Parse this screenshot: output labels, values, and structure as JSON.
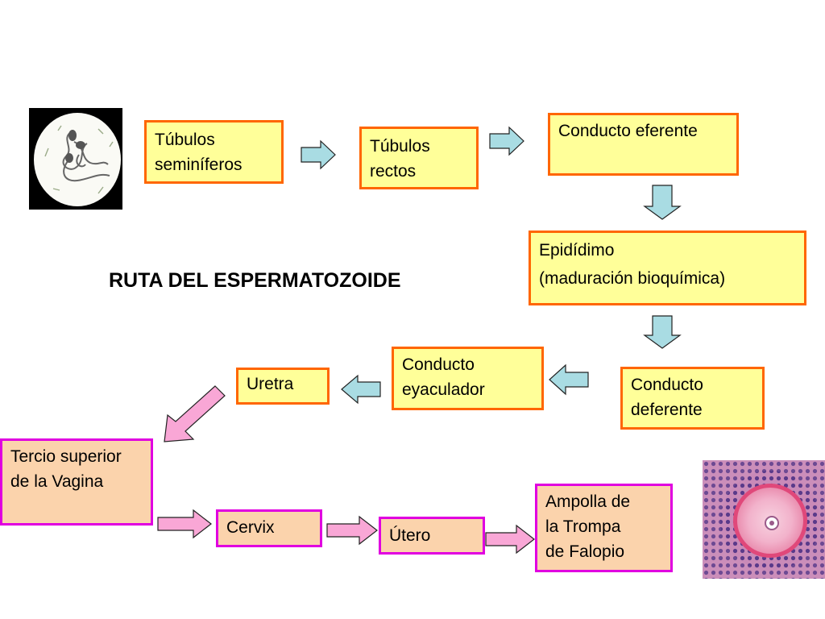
{
  "title": "RUTA DEL ESPERMATOZOIDE",
  "colors": {
    "yellow_box_fill": "#ffff99",
    "yellow_box_border": "#ff6600",
    "female_box_fill": "#fbd3ac",
    "female_box_border": "#e000e0",
    "male_arrow_fill": "#a9dce3",
    "female_arrow_fill": "#f9a7d6"
  },
  "male_path": [
    {
      "line1": "Túbulos",
      "line2": "seminíferos"
    },
    {
      "line1": "Túbulos",
      "line2": "rectos"
    },
    {
      "line1": "Conducto eferente"
    },
    {
      "line1": "Epidídimo",
      "line2": "(maduración bioquímica)"
    },
    {
      "line1": "Conducto",
      "line2": "deferente"
    },
    {
      "line1": "Conducto",
      "line2": "eyaculador"
    },
    {
      "line1": "Uretra"
    }
  ],
  "female_path": [
    {
      "line1": "Tercio superior",
      "line2": "de la Vagina"
    },
    {
      "line1": "Cervix"
    },
    {
      "line1": "Útero"
    },
    {
      "line1": "Ampolla de",
      "line2": "la Trompa",
      "line3": "de Falopio"
    }
  ],
  "images": {
    "left": "sperm-cell-illustration",
    "right": "oocyte-histology-image"
  }
}
